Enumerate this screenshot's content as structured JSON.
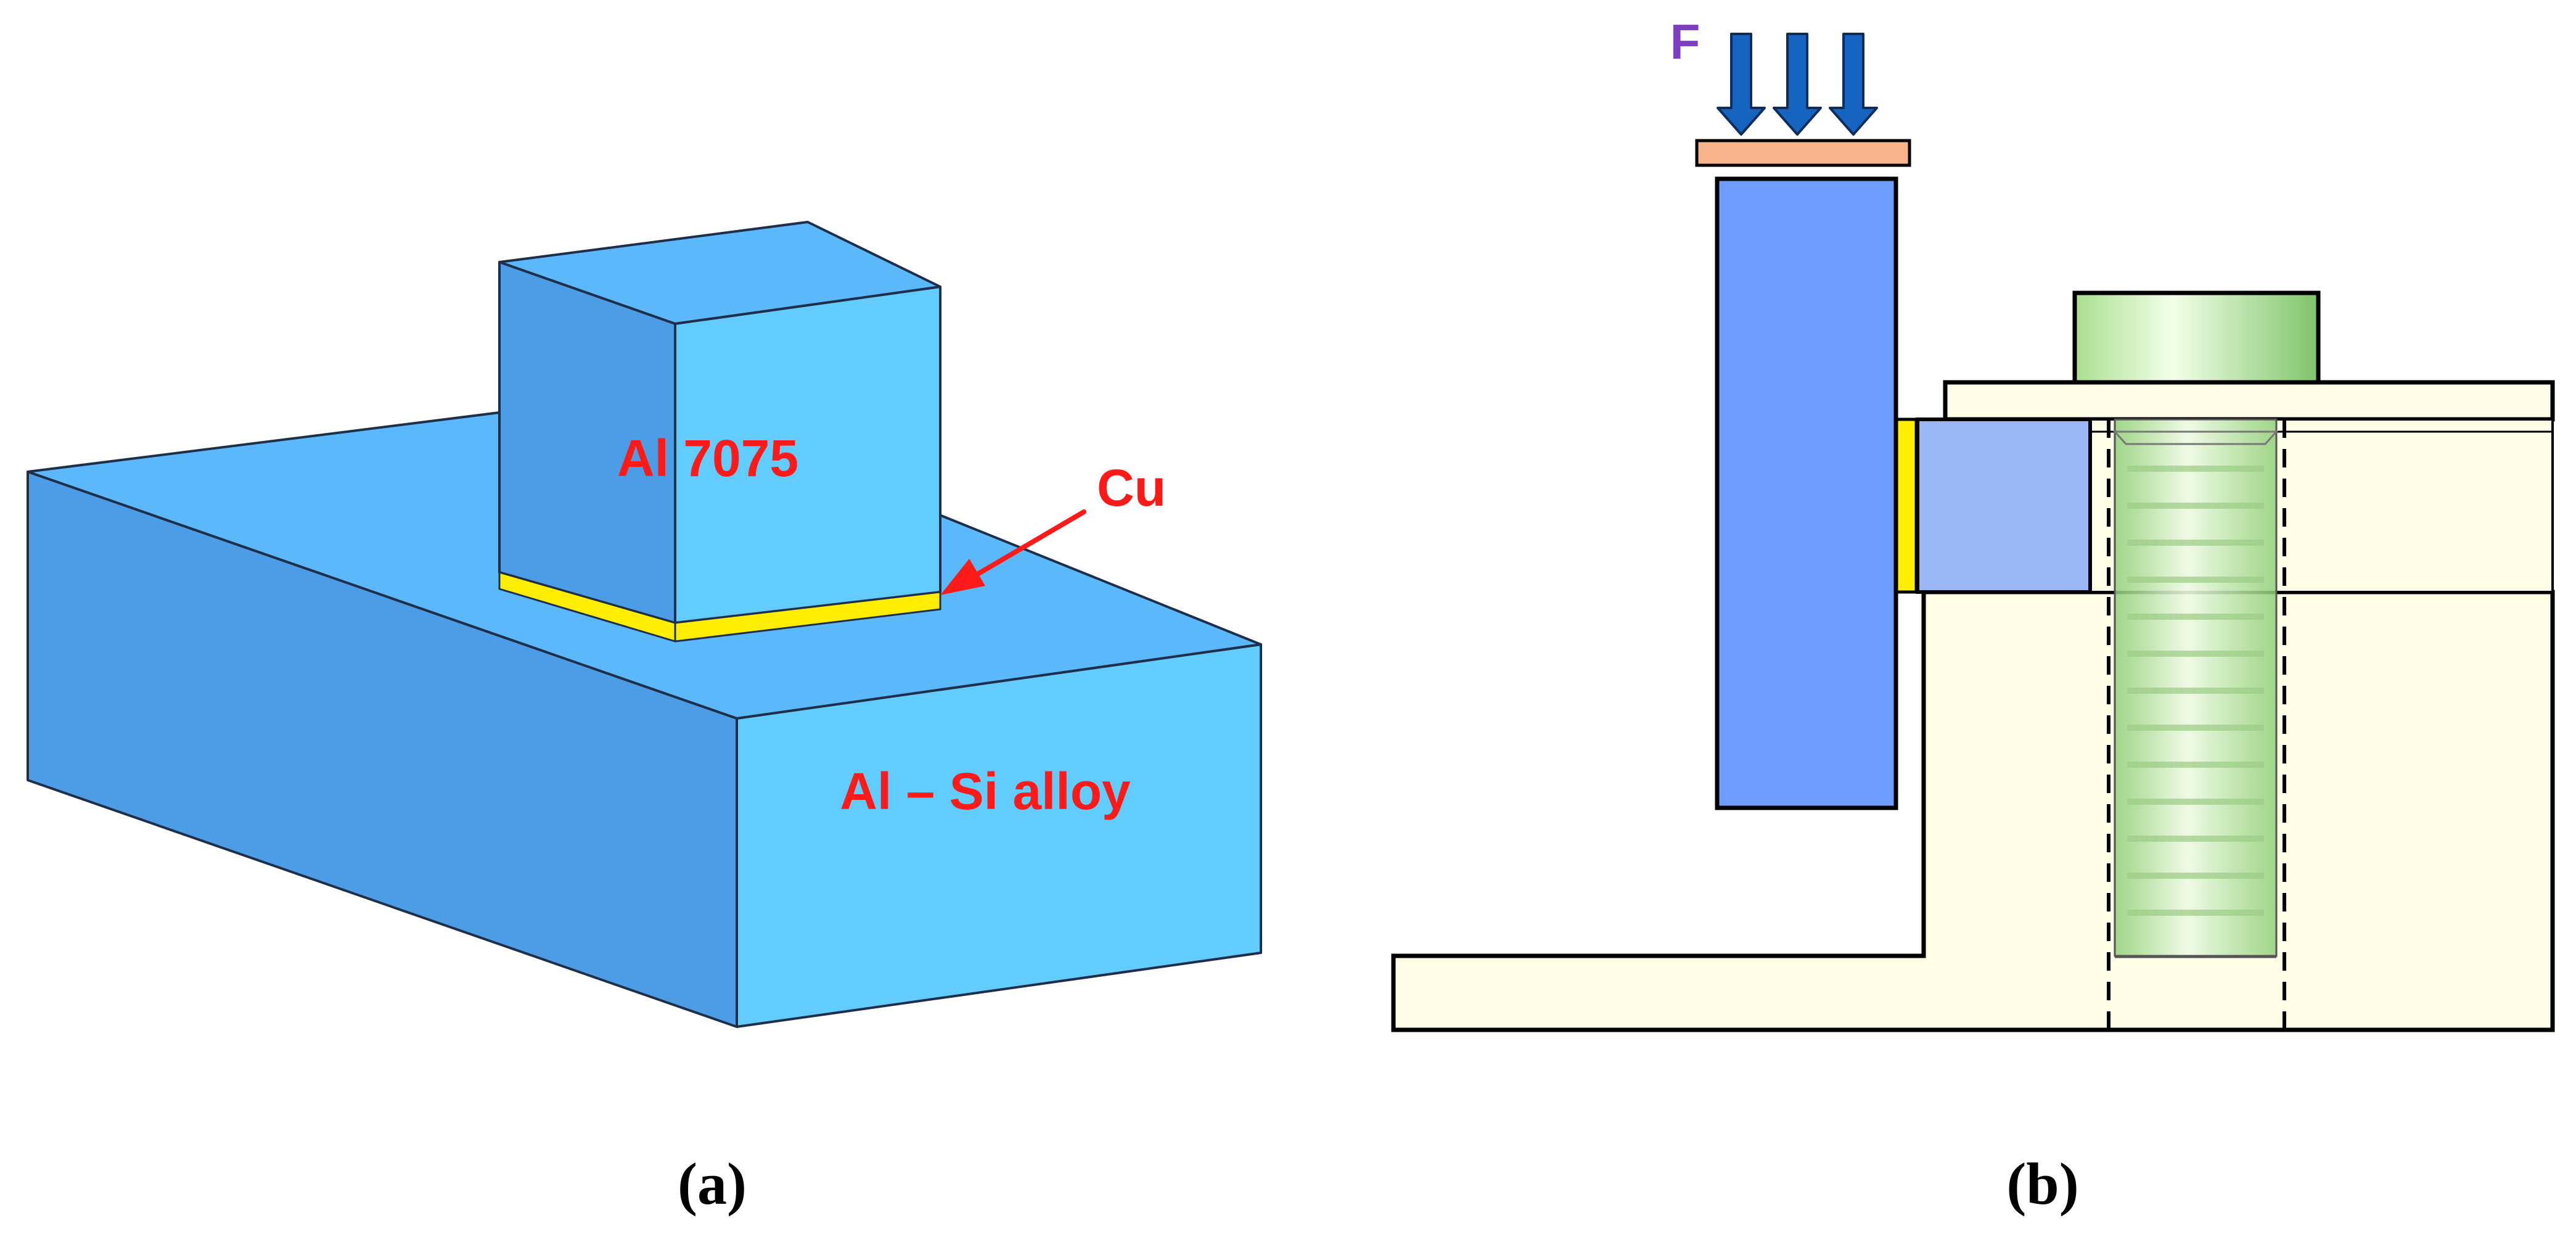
{
  "panel_a": {
    "caption": "(a)",
    "upper_block_label": "Al 7075",
    "interlayer_label": "Cu",
    "base_block_label": "Al – Si alloy"
  },
  "panel_b": {
    "caption": "(b)",
    "force_label": "F"
  },
  "colors": {
    "label_red": "#ff1a1a",
    "force_purple": "#7b3fbf",
    "aluminum_top": "#5ab8fb",
    "aluminum_left": "#4d9de6",
    "aluminum_right": "#62ccff",
    "copper_layer": "#ffee00",
    "punch_blue": "#6f9cff",
    "specimen_blue": "#9bb7f5",
    "fixture_cream": "#fffde6",
    "pressure_plate": "#f7b48a",
    "force_arrow": "#1565c0",
    "bolt_green": "#c8f2b0"
  }
}
